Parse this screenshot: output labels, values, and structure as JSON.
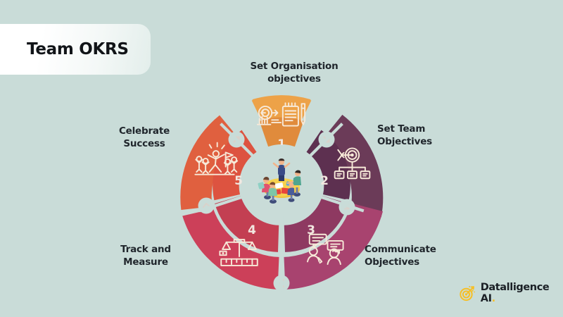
{
  "slide": {
    "background_color": "#c9dcd8",
    "title": "Team OKRS"
  },
  "wheel": {
    "center_illustration_name": "team-meeting-illustration",
    "segments": [
      {
        "number": "1",
        "label": "Set Organisation objectives",
        "label_line1": "Set Organisation",
        "label_line2": "objectives",
        "outer_color": "#eda248",
        "inner_color": "#e08b3c",
        "icon_name": "target-notepad-icon"
      },
      {
        "number": "2",
        "label": "Set Team Objectives",
        "label_line1": "Set Team",
        "label_line2": "Objectives",
        "outer_color": "#6b3b58",
        "inner_color": "#5d3050",
        "icon_name": "target-org-chart-icon"
      },
      {
        "number": "3",
        "label": "Communicate Objectives",
        "label_line1": "Communicate",
        "label_line2": "Objectives",
        "outer_color": "#a8436f",
        "inner_color": "#8e3961",
        "icon_name": "people-chat-icon"
      },
      {
        "number": "4",
        "label": "Track and Measure",
        "label_line1": "Track and",
        "label_line2": "Measure",
        "outer_color": "#cc4059",
        "inner_color": "#c33f52",
        "icon_name": "measuring-scale-icon"
      },
      {
        "number": "5",
        "label": "Celebrate Success",
        "label_line1": "Celebrate",
        "label_line2": "Success",
        "outer_color": "#e0603f",
        "inner_color": "#dd5340",
        "icon_name": "celebration-people-icon"
      }
    ],
    "connectors": [
      {
        "name": "connector-chevron-1",
        "glyph": "↗"
      },
      {
        "name": "connector-chevron-2",
        "glyph": "↘"
      },
      {
        "name": "connector-chevron-3",
        "glyph": "↓"
      },
      {
        "name": "connector-chevron-4",
        "glyph": "↙"
      },
      {
        "name": "connector-chevron-5",
        "glyph": "↖"
      }
    ]
  },
  "logo": {
    "name": "Datalligence AI",
    "mark_name": "target-bullseye-icon",
    "mark_color": "#f6bf26",
    "trailing_dot": "."
  }
}
